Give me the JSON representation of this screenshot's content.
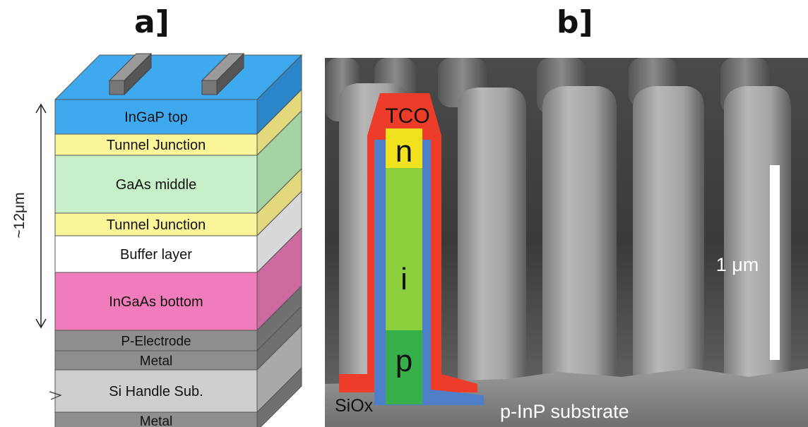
{
  "panel_a": {
    "label": "a]",
    "thickness_label": "~12μm",
    "layers": [
      {
        "name": "InGaP top",
        "color": "#3fa9f0",
        "side": "#2a86c9"
      },
      {
        "name": "Tunnel Junction",
        "color": "#fbf59a",
        "side": "#e2d97d"
      },
      {
        "name": "GaAs middle",
        "color": "#c8f0c8",
        "side": "#a3d3a3"
      },
      {
        "name": "Tunnel Junction",
        "color": "#fbf59a",
        "side": "#e2d97d"
      },
      {
        "name": "Buffer layer",
        "color": "#ffffff",
        "side": "#d8d8d8"
      },
      {
        "name": "InGaAs bottom",
        "color": "#f07cbc",
        "side": "#cc6a9f"
      },
      {
        "name": "P-Electrode",
        "color": "#8e8e8e",
        "side": "#707070"
      },
      {
        "name": "Metal",
        "color": "#8e8e8e",
        "side": "#707070"
      },
      {
        "name": "Si Handle Sub.",
        "color": "#cfcfcf",
        "side": "#a9a9a9"
      },
      {
        "name": "Metal",
        "color": "#8e8e8e",
        "side": "#707070"
      }
    ]
  },
  "panel_b": {
    "label": "b]",
    "regions": {
      "tco": "TCO",
      "n": "n",
      "i": "i",
      "p": "p",
      "siox": "SiOx"
    },
    "substrate_label": "p-InP substrate",
    "scale_label": "1 μm",
    "colors": {
      "tco": "#ee3c2a",
      "siox": "#4f7fc9",
      "n": "#f0e21e",
      "i": "#8ccf3c",
      "p": "#38b04a"
    }
  }
}
